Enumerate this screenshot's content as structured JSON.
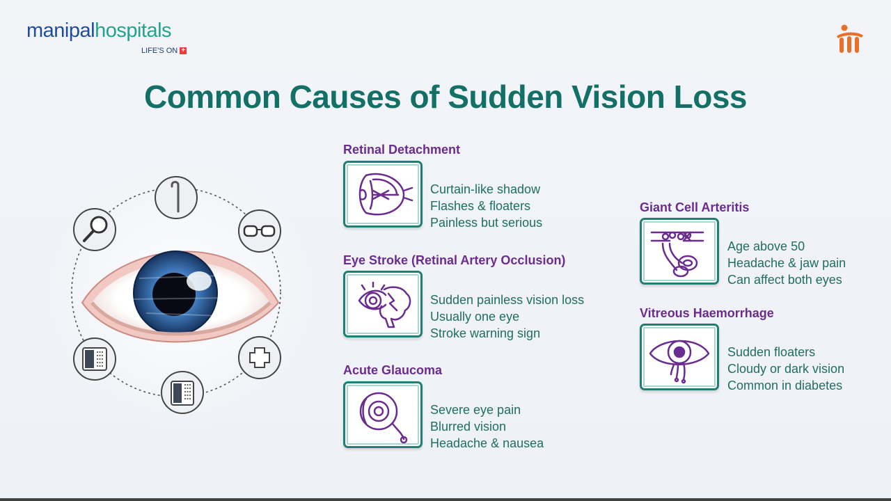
{
  "brand": {
    "name_part1": "manipal",
    "name_part2": "hospitals",
    "tagline": "LIFE'S ON",
    "tagline_mark": "+",
    "colors": {
      "primary": "#1e4e9b",
      "accent": "#21a38f",
      "tag_red": "#e2413c",
      "mark_orange": "#e8712a"
    }
  },
  "title": "Common Causes of Sudden Vision Loss",
  "illustration": {
    "center": "eye-illustration",
    "orbit_icons": [
      "cane-icon",
      "glasses-icon",
      "medical-cross-icon",
      "eye-chart-icon",
      "braille-chart-icon",
      "magnifier-icon"
    ]
  },
  "causes": [
    {
      "title": "Retinal Detachment",
      "icon": "eye-anatomy-icon",
      "points": [
        "Curtain-like shadow",
        "Flashes & floaters",
        "Painless but serious"
      ]
    },
    {
      "title": "Eye Stroke (Retinal Artery Occlusion)",
      "icon": "eye-brain-icon",
      "points": [
        "Sudden painless vision loss",
        "Usually one eye",
        "Stroke warning sign"
      ]
    },
    {
      "title": "Acute Glaucoma",
      "icon": "eyeball-icon",
      "points": [
        "Severe eye pain",
        "Blurred vision",
        "Headache & nausea"
      ]
    },
    {
      "title": "Giant Cell Arteritis",
      "icon": "artery-cells-icon",
      "points": [
        "Age above 50",
        "Headache & jaw pain",
        "Can affect both eyes"
      ]
    },
    {
      "title": "Vitreous Haemorrhage",
      "icon": "bleeding-eye-icon",
      "points": [
        "Sudden floaters",
        "Cloudy or dark vision",
        "Common in diabetes"
      ]
    }
  ],
  "colors": {
    "title": "#127067",
    "heading": "#6a2c8f",
    "text": "#1f6e63",
    "card_border": "#1f7f73",
    "icon_stroke": "#6a2c8f"
  }
}
